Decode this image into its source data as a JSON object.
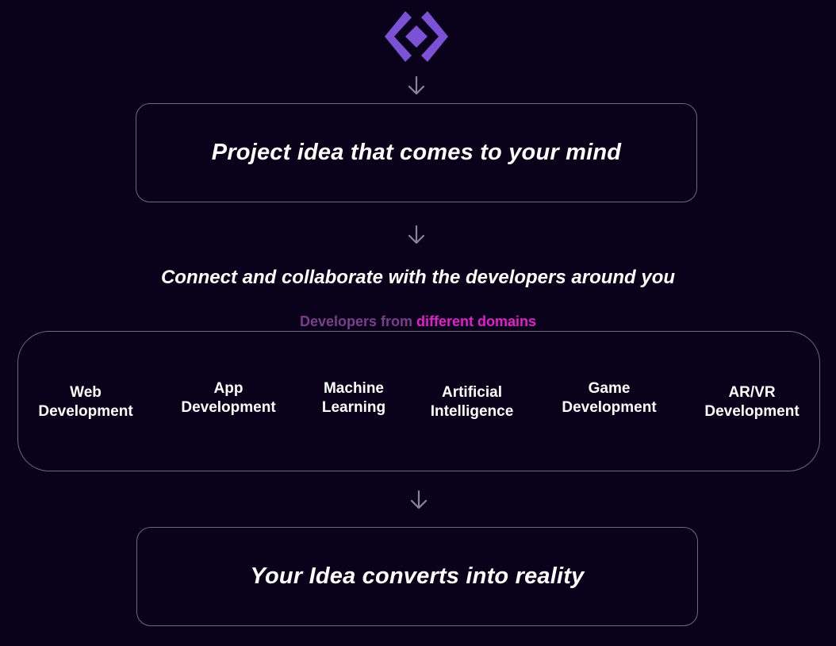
{
  "logo": {
    "icon": "diamond-logo-icon",
    "color": "#7b52d6"
  },
  "flow": {
    "step1": "Project idea that comes to your mind",
    "step2": "Connect and collaborate with the developers around you",
    "domains_caption_part1": "Developers from ",
    "domains_caption_part2": "different domains",
    "step3": "Your Idea converts into reality"
  },
  "domains": [
    {
      "line1": "Web",
      "line2": "Development"
    },
    {
      "line1": "App",
      "line2": "Development"
    },
    {
      "line1": "Machine",
      "line2": "Learning"
    },
    {
      "line1": "Artificial",
      "line2": "Intelligence"
    },
    {
      "line1": "Game",
      "line2": "Development"
    },
    {
      "line1": "AR/VR",
      "line2": "Development"
    }
  ],
  "colors": {
    "background": "#09021a",
    "border": "#6e6880",
    "arrow": "#8a8496",
    "caption_muted": "#7b3e8a",
    "caption_accent": "#e51fcc"
  }
}
